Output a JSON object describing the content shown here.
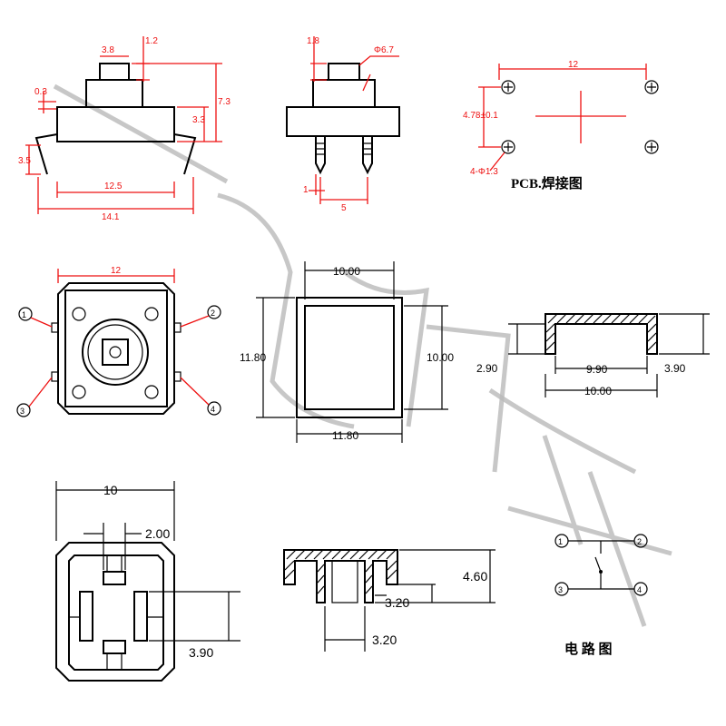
{
  "labels": {
    "pcb_caption": "PCB.焊接图",
    "circuit_caption": "电 路 图"
  },
  "dims_red": {
    "side1_top_button": "3.8",
    "side1_top": "1.2",
    "side1_height": "7.3",
    "side1_left_small": "0.3",
    "side1_right": "3.3",
    "side1_pin": "3.5",
    "side1_inner_width": "12.5",
    "side1_outer_width": "14.1",
    "side2_top": "1.8",
    "side2_dia": "Φ6.7",
    "side2_pin_gap": "1",
    "side2_pin_width": "5",
    "pcb_width": "12",
    "pcb_height": "4.78±0.1",
    "pcb_hole": "4-Φ1.3",
    "top_width": "12"
  },
  "dims_black": {
    "cap_top_width": "10.00",
    "cap_left_height": "11.80",
    "cap_right_height": "10.00",
    "cap_bottom_width": "11.80",
    "sec_height": "2.90",
    "sec_inner": "9.90",
    "sec_right": "3.90",
    "sec_outer": "10.00",
    "bottom_width": "10",
    "bottom_slot": "2.00",
    "bottom_right": "3.90",
    "sec2_height": "4.60",
    "sec2_mid": "3.20",
    "sec2_bottom": "3.20"
  },
  "pins": {
    "p1": "1",
    "p2": "2",
    "p3": "3",
    "p4": "4"
  }
}
